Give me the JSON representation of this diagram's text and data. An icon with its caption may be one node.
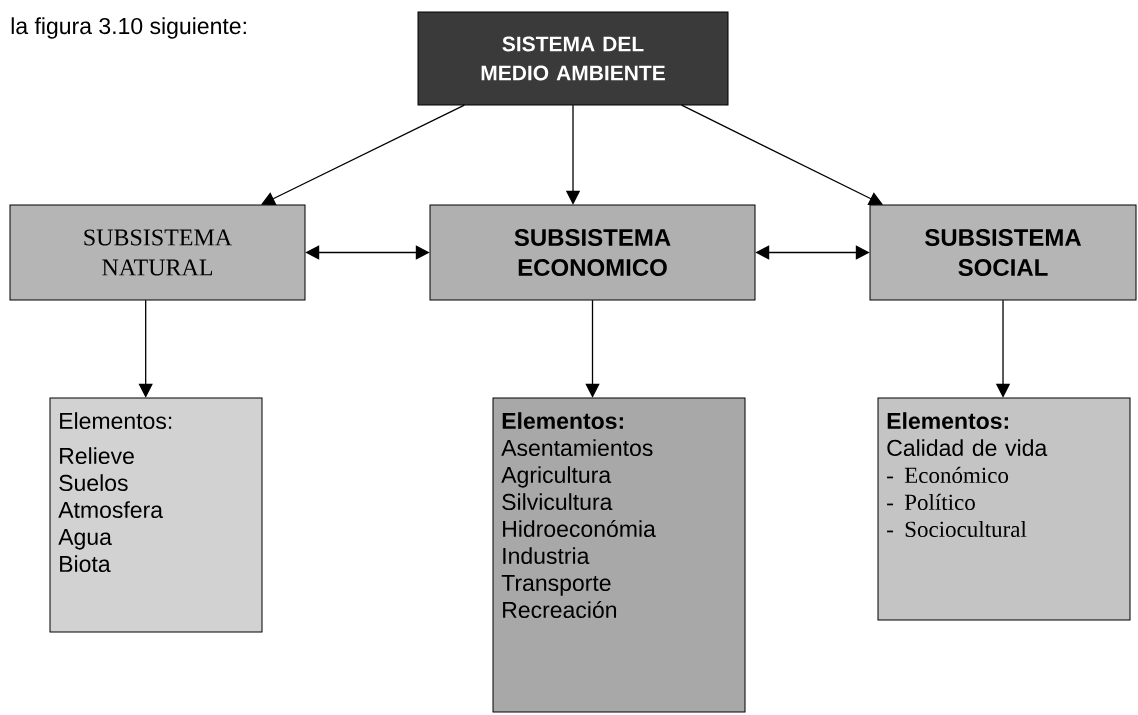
{
  "diagram": {
    "nodes": [
      {
        "text": [
          "SISTEMA DEL MEDIO AMBIENTE"
        ]
      },
      {
        "text": [
          "SUBSISTEMA NATURAL"
        ]
      },
      {
        "text": [
          "SUBSISTEMA ECONOMICO"
        ]
      },
      {
        "text": [
          "SUBSISTEMA SOCIAL"
        ]
      },
      {
        "text": [
          "Elementos:",
          "Relieve",
          "Suelos",
          "Atmosfera",
          "Agua",
          "Biota"
        ]
      },
      {
        "text": [
          "Elementos:",
          "Asentamientos",
          "Agricultura",
          "Silvicultura",
          "Hidroeconómia",
          "Industria",
          "Transporte",
          "Recreación"
        ]
      },
      {
        "text": [
          "Elementos:",
          "Calidad de vida",
          "- Económico",
          "- Político",
          "- Sociocultural"
        ]
      }
    ],
    "edges": [
      {
        "from": 0,
        "to": 1,
        "arrow": "to"
      },
      {
        "from": 0,
        "to": 2,
        "arrow": "to"
      },
      {
        "from": 0,
        "to": 3,
        "arrow": "to"
      },
      {
        "from": 1,
        "to": 2,
        "arrow": "both"
      },
      {
        "from": 2,
        "to": 3,
        "arrow": "both"
      },
      {
        "from": 1,
        "to": 4,
        "arrow": "to"
      },
      {
        "from": 2,
        "to": 5,
        "arrow": "to"
      },
      {
        "from": 3,
        "to": 6,
        "arrow": "to"
      }
    ],
    "labels": [
      "la figura 3.10 siguiente:"
    ]
  }
}
